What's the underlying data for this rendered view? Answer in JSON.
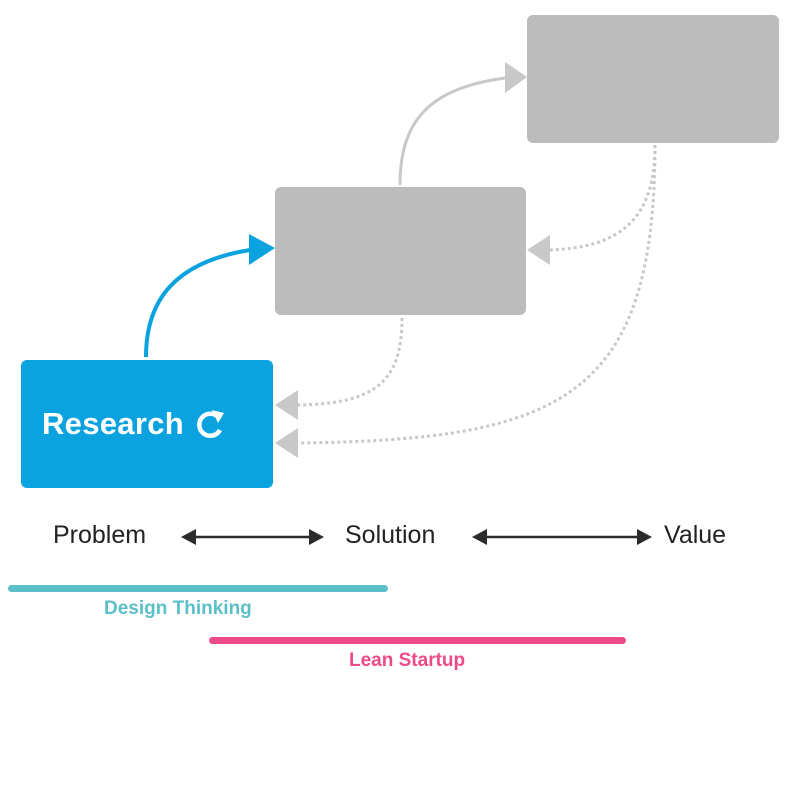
{
  "research_box": {
    "label": "Research"
  },
  "axis": {
    "problem": "Problem",
    "solution": "Solution",
    "value": "Value"
  },
  "methods": [
    {
      "name": "Design Thinking",
      "color": "#5bbfc8"
    },
    {
      "name": "Lean Startup",
      "color": "#ee4a8a"
    }
  ],
  "colors": {
    "research": "#0aa3e0",
    "box_gray": "#bcbcbc",
    "connector_gray": "#c8c8c8",
    "axis_arrow": "#2b2b2b"
  },
  "icons": {
    "research_icon": "refresh-icon"
  }
}
